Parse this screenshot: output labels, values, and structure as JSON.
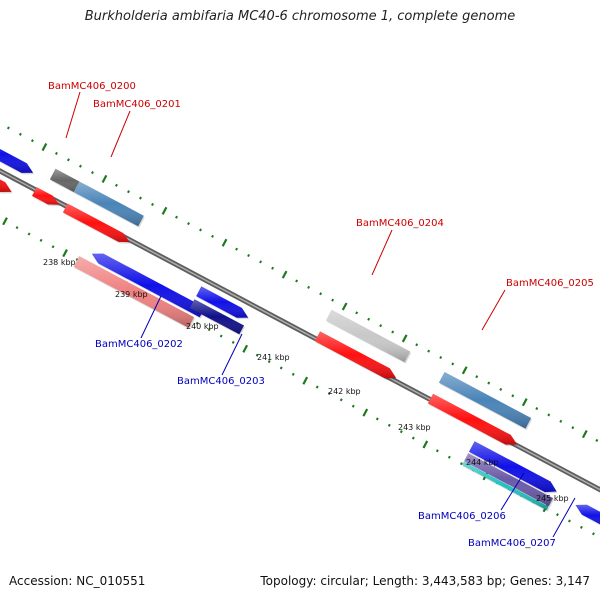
{
  "title": "Burkholderia ambifaria MC40-6 chromosome 1, complete genome",
  "footer": {
    "accession": "Accession: NC_010551",
    "summary": "Topology: circular; Length: 3,443,583 bp; Genes: 3,147"
  },
  "colors": {
    "backbone": "#7a7a7a",
    "tick": "#1c7a1c",
    "label_top_strand": "#cc0000",
    "label_bottom_strand": "#0000bb",
    "kbp_text": "#111111"
  },
  "kbp_labels": [
    "238 kbp",
    "239 kbp",
    "240 kbp",
    "241 kbp",
    "242 kbp",
    "243 kbp",
    "244 kbp",
    "245 kbp"
  ],
  "features": [
    {
      "name": "",
      "color": "#1010e8"
    },
    {
      "name": "",
      "color": "#ff1010"
    },
    {
      "name": "BamMC406_0200",
      "color": "#666666"
    },
    {
      "name": "",
      "color": "#ff1010"
    },
    {
      "name": "BamMC406_0201",
      "color": "#4a84b8"
    },
    {
      "name": "",
      "color": "#ff1010"
    },
    {
      "name": "",
      "color": "#1010e8"
    },
    {
      "name": "BamMC406_0202",
      "color": "#f08080"
    },
    {
      "name": "",
      "color": "#1010e8"
    },
    {
      "name": "BamMC406_0203",
      "color": "#10108a"
    },
    {
      "name": "BamMC406_0204",
      "color": "#c8c8c8"
    },
    {
      "name": "",
      "color": "#ff1010"
    },
    {
      "name": "BamMC406_0205",
      "color": "#4a84b8"
    },
    {
      "name": "",
      "color": "#ff1010"
    },
    {
      "name": "",
      "color": "#1010e8"
    },
    {
      "name": "BamMC406_0206",
      "color": "#6a5aa8"
    },
    {
      "name": "BamMC406_0207",
      "color": "#20c0c0"
    },
    {
      "name": "",
      "color": "#1010e8"
    }
  ]
}
